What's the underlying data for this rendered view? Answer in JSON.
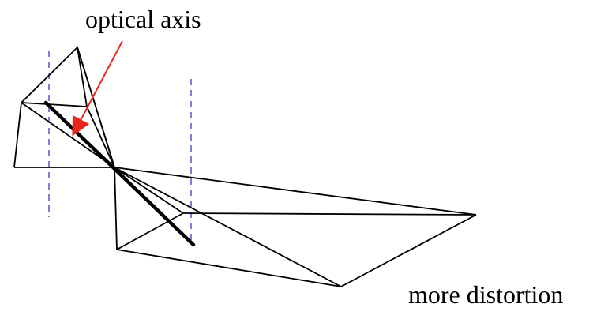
{
  "labels": {
    "optical_axis": "optical axis",
    "more_distortion": "more distortion"
  },
  "colors": {
    "line": "#000000",
    "arrow": "#e8281f",
    "dashed_guide": "#5b63c7",
    "background": "#ffffff"
  },
  "elements": {
    "near_frustum": "wireframe pyramid with small square base",
    "far_frustum": "wireframe pyramid with large stretched base",
    "optical_axis_line": "thick black line through the apex",
    "dashed_guides": 2,
    "arrow": "red arrow pointing from label to optical axis"
  }
}
